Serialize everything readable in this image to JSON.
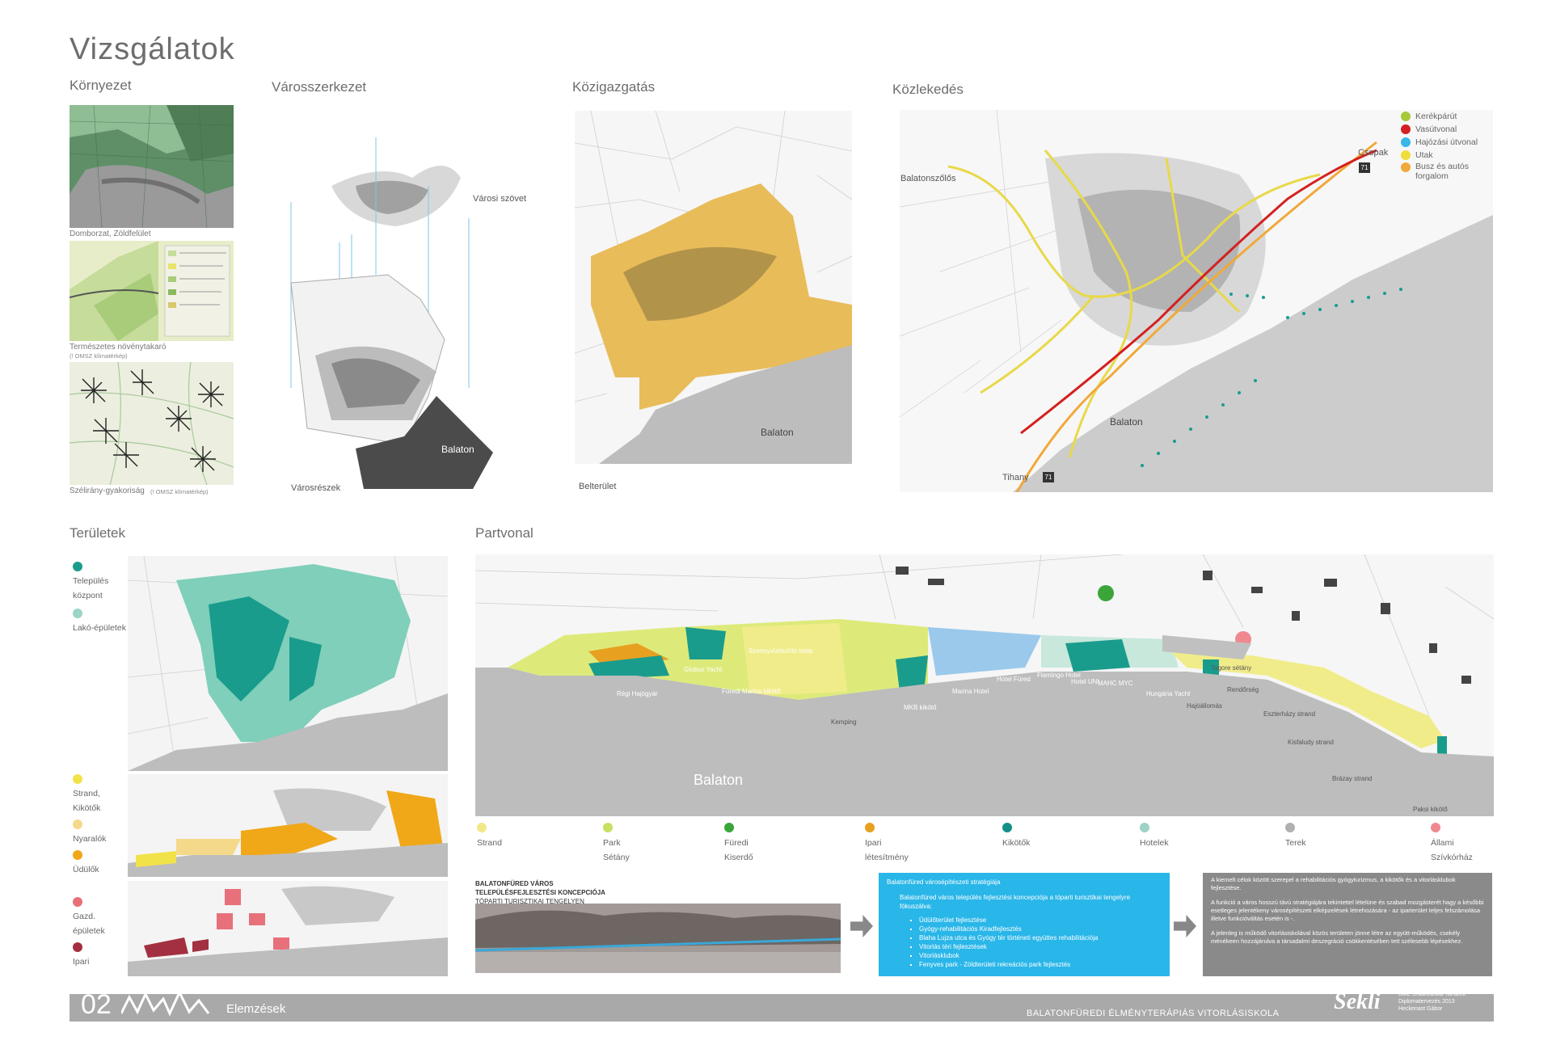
{
  "page_title": "Vizsgálatok",
  "sections": {
    "kornyezet": "Környezet",
    "varosszerkezet": "Városszerkezet",
    "kozigazgatas": "Közigazgatás",
    "kozlekedes": "Közlekedés",
    "teruletek": "Területek",
    "partvonal": "Partvonal"
  },
  "kornyezet_captions": {
    "c1": "Domborzat, Zöldfelület",
    "c2": "Természetes növénytakaró",
    "c2_src": "(! OMSZ klímatérkép)",
    "c3": "Szélirány-gyakoriság",
    "c3_src": "(! OMSZ klímatérkép)"
  },
  "varosszerkezet_labels": {
    "szovet": "Városi szövet",
    "reszek": "Városrészek",
    "balaton": "Balaton"
  },
  "kozigazgatas_labels": {
    "balaton": "Balaton",
    "belterulet": "Belterület"
  },
  "kozlekedes": {
    "legend": [
      {
        "label": "Kerékpárút",
        "color": "#a8c83a"
      },
      {
        "label": "Vasútvonal",
        "color": "#d42020"
      },
      {
        "label": "Hajózási útvonal",
        "color": "#38b6e8"
      },
      {
        "label": "Utak",
        "color": "#f0dd3a"
      },
      {
        "label": "Busz és autós forgalom",
        "color": "#f0a93a"
      }
    ],
    "places": {
      "csopak": "Csopak",
      "balatonszolos": "Balatonszőlős",
      "tihany": "Tihany",
      "balaton": "Balaton",
      "road_71a": "71",
      "road_71b": "71"
    }
  },
  "teruletek_legend": [
    {
      "label": "Település központ",
      "color": "#1a9c8c"
    },
    {
      "label": "Lakó-épületek",
      "color": "#9bd4c8"
    },
    {
      "label": "Strand, Kikötők",
      "color": "#f2e24a"
    },
    {
      "label": "Nyaralók",
      "color": "#f5d98a"
    },
    {
      "label": "Üdülők",
      "color": "#f0a818"
    },
    {
      "label": "Gazd. épületek",
      "color": "#e8707a"
    },
    {
      "label": "Ipari",
      "color": "#a33040"
    }
  ],
  "partvonal": {
    "balaton": "Balaton",
    "labels": [
      "Régi Hajógyár",
      "Globus Yacht",
      "Füredi Marina kikötő",
      "Szennyvíztisztító telep",
      "Kemping",
      "MKB kikötő",
      "Marina Hotel",
      "Hotel Füred",
      "Flamingo Hotel",
      "Hotel UNI",
      "MAHC MYC",
      "Hungária Yacht",
      "Tagore sétány",
      "Hajóállomás",
      "Rendőrség",
      "Eszterházy strand",
      "Kisfaludy strand",
      "Brázay strand",
      "Paksi kikötő"
    ],
    "legend": [
      {
        "label": "Strand",
        "color": "#f2e88a"
      },
      {
        "label": "Park Sétány",
        "color": "#c8e060"
      },
      {
        "label": "Füredi Kiserdő",
        "color": "#3aa63a"
      },
      {
        "label": "Ipari létesítmény",
        "color": "#e8a020"
      },
      {
        "label": "Kikötők",
        "color": "#138f8a"
      },
      {
        "label": "Hotelek",
        "color": "#9ed2c4"
      },
      {
        "label": "Terek",
        "color": "#b0b0b0"
      },
      {
        "label": "Állami Szívkórház",
        "color": "#f08890"
      }
    ]
  },
  "concept": {
    "heading1": "BALATONFÜRED VÁROS",
    "heading2": "TELEPÜLÉSFEJLESZTÉSI KONCEPCIÓJA",
    "heading3": "TÓPARTI TURISZTIKAI TENGELYEN"
  },
  "strategy": {
    "title": "Balatonfüred városépítészeti stratégiája",
    "intro": "Balatonfüred város település fejlesztési koncepciója a tóparti turisztikai tengelyre fókuszálva:",
    "items": [
      "Üdülőterület fejlesztése",
      "Gyógy-rehabilitációs Kiradfejlesztés",
      "Blaha Lujza utca és Gyógy tér történeti együttes rehabilitációja",
      "Vitorlás téri fejlesztések",
      "Vitorlásklubok",
      "Fenyves park - Zöldterületi rekreációs park fejlesztés"
    ]
  },
  "summary": {
    "p1": "A kiemelt célok között szerepel a rehabilitációs gyógyturizmus, a kikötők és a vitorlásklubok fejlesztése.",
    "p2": "A funkció a város hosszú távú stratégiájára tekintettel lételüne és szabad mozgásterét hagy a későbbi esetleges jelentékeny városépítészeti elképzelések létrehozására - az iparterület teljes felszámolása illetve funkcióváltás esetén is -.",
    "p3": "A jelenleg is működő vitorlásiskolával közös területen jönne létre az együtt-működés, csekély ménékeen hozzájárulva a társadalmi deszegráció csökkentésében tett szélesebb lépésekhez."
  },
  "footer": {
    "number": "02",
    "section": "Elemzések",
    "project": "BALATONFÜREDI ÉLMÉNYTERÁPIÁS VITORLÁSISKOLA",
    "logo": "Sekli",
    "info1": "BME Urbanisztika Tanszék",
    "info2": "Diplomatervezés 2013",
    "info3": "Heckenast Gábor"
  }
}
